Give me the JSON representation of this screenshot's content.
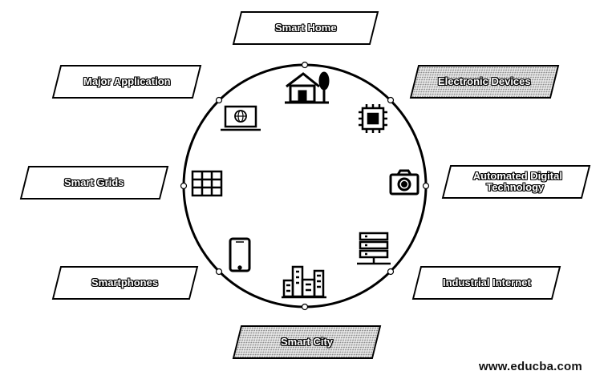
{
  "diagram": {
    "labels": {
      "smart_home": "Smart Home",
      "electronic_devices": "Electronic Devices",
      "automated_digital_line1": "Automated Digital",
      "automated_digital_line2": "Technology",
      "industrial_internet": "Industrial Internet",
      "smart_city": "Smart City",
      "smartphones": "Smartphones",
      "smart_grids": "Smart Grids",
      "major_application": "Major Application"
    },
    "icons": [
      "house-icon",
      "chip-icon",
      "camera-icon",
      "server-icon",
      "buildings-icon",
      "tablet-icon",
      "grid-panel-icon",
      "laptop-globe-icon"
    ],
    "colors": {
      "line": "#000000",
      "background": "#ffffff",
      "dotted_fill": "#e9e9e9"
    }
  },
  "watermark": "www.educba.com"
}
